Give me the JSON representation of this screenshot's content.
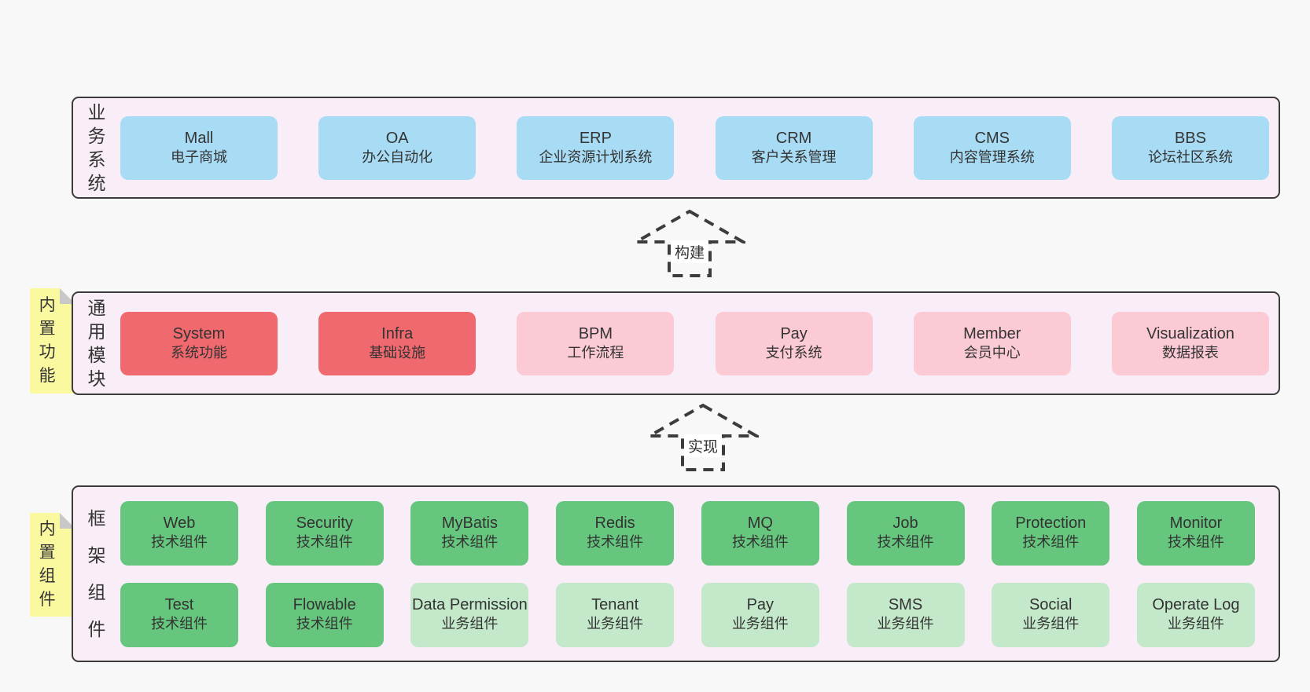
{
  "colors": {
    "page-bg": "#f8f8f8",
    "band-bg": "#f9eef8",
    "band-border": "#3c3c3c",
    "box-blue": "#a8dbf4",
    "box-red": "#f0696e",
    "box-pink": "#fbcad4",
    "box-green": "#66c67e",
    "box-lightgreen": "#c4e9ca",
    "sticky-yellow": "#fbf9a0",
    "sticky-fold": "#c8c8c8",
    "text": "#333333",
    "arrow": "#3c3c3c"
  },
  "arrows": {
    "build": {
      "label": "构建"
    },
    "implement": {
      "label": "实现"
    }
  },
  "bands": {
    "business": {
      "label": "业务系统",
      "items": [
        {
          "title": "Mall",
          "subtitle": "电子商城",
          "color": "blue"
        },
        {
          "title": "OA",
          "subtitle": "办公自动化",
          "color": "blue"
        },
        {
          "title": "ERP",
          "subtitle": "企业资源计划系统",
          "color": "blue"
        },
        {
          "title": "CRM",
          "subtitle": "客户关系管理",
          "color": "blue"
        },
        {
          "title": "CMS",
          "subtitle": "内容管理系统",
          "color": "blue"
        },
        {
          "title": "BBS",
          "subtitle": "论坛社区系统",
          "color": "blue"
        }
      ]
    },
    "modules": {
      "label": "通用模块",
      "sticky": "内置功能",
      "items": [
        {
          "title": "System",
          "subtitle": "系统功能",
          "color": "red"
        },
        {
          "title": "Infra",
          "subtitle": "基础设施",
          "color": "red"
        },
        {
          "title": "BPM",
          "subtitle": "工作流程",
          "color": "pink"
        },
        {
          "title": "Pay",
          "subtitle": "支付系统",
          "color": "pink"
        },
        {
          "title": "Member",
          "subtitle": "会员中心",
          "color": "pink"
        },
        {
          "title": "Visualization",
          "subtitle": "数据报表",
          "color": "pink"
        }
      ]
    },
    "framework": {
      "label": "框架组件",
      "sticky": "内置组件",
      "row1": [
        {
          "title": "Web",
          "subtitle": "技术组件",
          "color": "green"
        },
        {
          "title": "Security",
          "subtitle": "技术组件",
          "color": "green"
        },
        {
          "title": "MyBatis",
          "subtitle": "技术组件",
          "color": "green"
        },
        {
          "title": "Redis",
          "subtitle": "技术组件",
          "color": "green"
        },
        {
          "title": "MQ",
          "subtitle": "技术组件",
          "color": "green"
        },
        {
          "title": "Job",
          "subtitle": "技术组件",
          "color": "green"
        },
        {
          "title": "Protection",
          "subtitle": "技术组件",
          "color": "green"
        },
        {
          "title": "Monitor",
          "subtitle": "技术组件",
          "color": "green"
        }
      ],
      "row2": [
        {
          "title": "Test",
          "subtitle": "技术组件",
          "color": "green"
        },
        {
          "title": "Flowable",
          "subtitle": "技术组件",
          "color": "green"
        },
        {
          "title": "Data Permission",
          "subtitle": "业务组件",
          "color": "lightgreen"
        },
        {
          "title": "Tenant",
          "subtitle": "业务组件",
          "color": "lightgreen"
        },
        {
          "title": "Pay",
          "subtitle": "业务组件",
          "color": "lightgreen"
        },
        {
          "title": "SMS",
          "subtitle": "业务组件",
          "color": "lightgreen"
        },
        {
          "title": "Social",
          "subtitle": "业务组件",
          "color": "lightgreen"
        },
        {
          "title": "Operate Log",
          "subtitle": "业务组件",
          "color": "lightgreen"
        }
      ]
    }
  }
}
